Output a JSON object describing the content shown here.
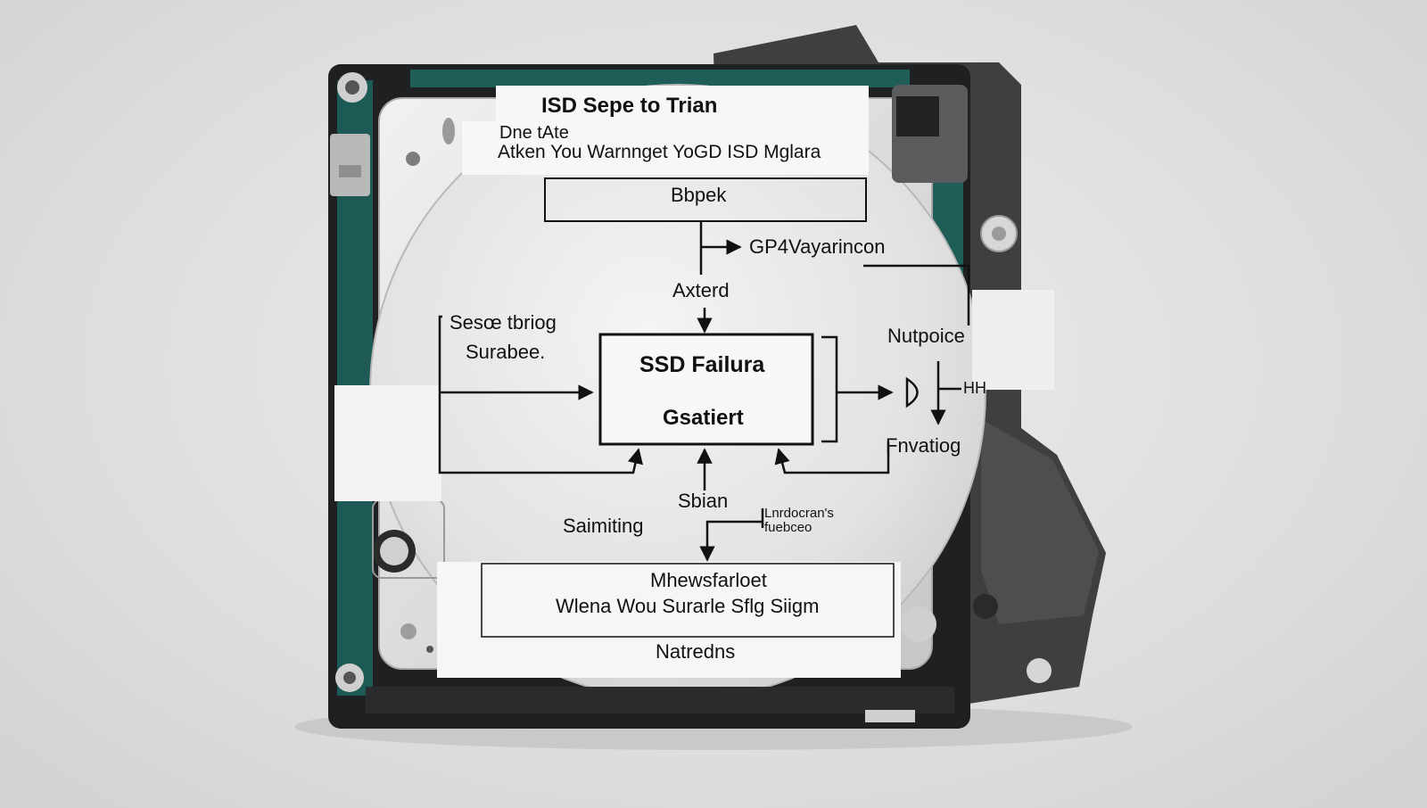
{
  "header": {
    "title": "ISD Sepe to Trian",
    "line1": "Dne tAte",
    "line2": "Atken You Warnnget YoGD ISD Mglara"
  },
  "flow": {
    "top_box": "Bbpek",
    "arrow_label_right": "GP4Vayarincon",
    "step_above": "Axterd",
    "left_note_line1": "Sesœ tbriog",
    "left_note_line2": "Surabee.",
    "center_title": "SSD Failura",
    "center_sub": "Gsatiert",
    "right_label_top": "Nutpoice",
    "right_small": "HH",
    "right_label_bottom": "Fnvatiog",
    "below_center": "Sbian",
    "left_bottom": "Saimiting",
    "small_note_line1": "Lnrdocran's",
    "small_note_line2": "fuebceo"
  },
  "footer": {
    "line1": "Mhewsfarloet",
    "line2": "Wlena Wou Surarle Sflg Siigm",
    "bottom_label": "Natredns"
  }
}
